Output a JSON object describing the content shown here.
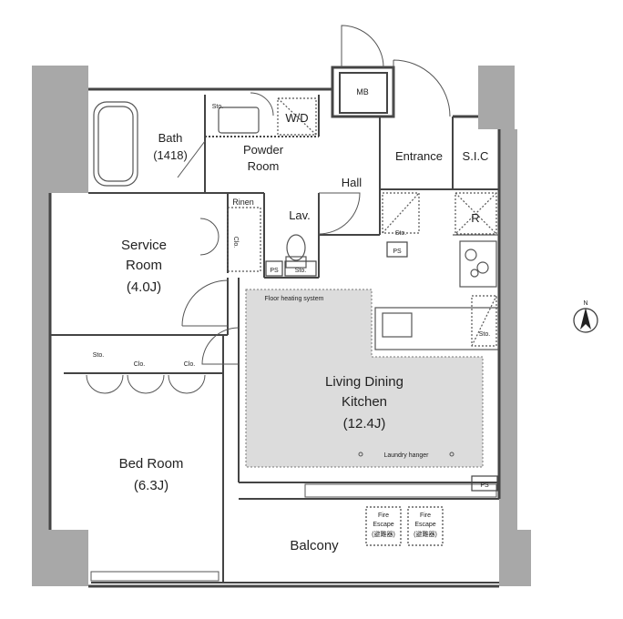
{
  "rooms": {
    "bath": {
      "name": "Bath",
      "size": "(1418)"
    },
    "powder_room": {
      "line1": "Powder",
      "line2": "Room"
    },
    "wd": "W/D",
    "mb": "MB",
    "entrance": "Entrance",
    "sic": "S.I.C",
    "hall": "Hall",
    "rinen": "Rinen",
    "lav": "Lav.",
    "service_room": {
      "line1": "Service",
      "line2": "Room",
      "size": "(4.0J)"
    },
    "ldk": {
      "line1": "Living Dining",
      "line2": "Kitchen",
      "size": "(12.4J)"
    },
    "bed_room": {
      "name": "Bed Room",
      "size": "(6.3J)"
    },
    "balcony": "Balcony"
  },
  "small_labels": {
    "sto": "Sto.",
    "ps": "PS",
    "clo": "Clo.",
    "r": "R",
    "floor_heating": "Floor heating system",
    "laundry_hanger": "Laundry hanger",
    "fire_escape_line1": "Fire",
    "fire_escape_line2": "Escape",
    "fire_escape_a": "(避難器)",
    "fire_escape_b": "(避難器)"
  },
  "compass": {
    "label": "N"
  },
  "colors": {
    "wall": "#a8a8a8",
    "floor_heating": "#dcdcdc",
    "line": "#444444"
  }
}
